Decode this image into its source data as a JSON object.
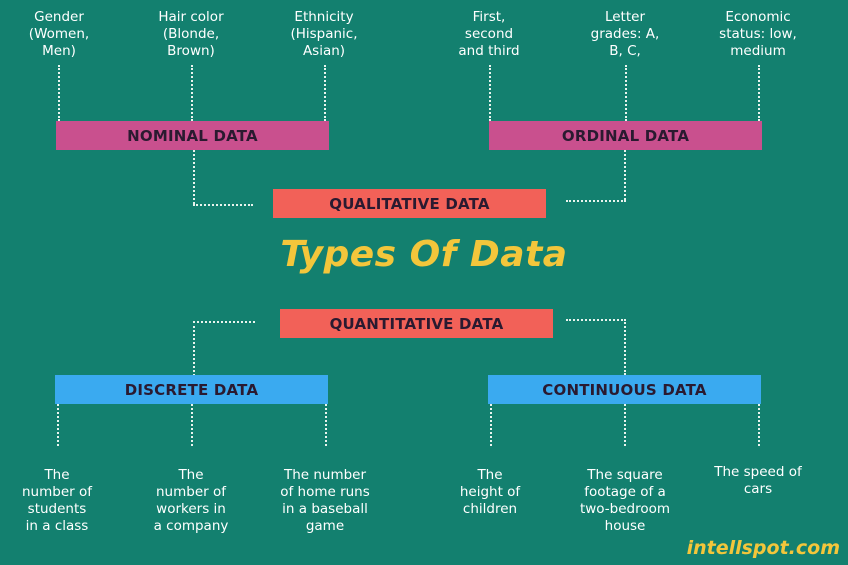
{
  "title": "Types Of Data",
  "brand": "intellspot.com",
  "colors": {
    "background": "#13806f",
    "nominal": "#c9508e",
    "ordinal": "#c9508e",
    "qualitative": "#f26158",
    "quantitative": "#f26158",
    "discrete": "#3aaaf0",
    "continuous": "#3aaaf0",
    "title": "#f3c63b"
  },
  "qualitative": {
    "label": "QUALITATIVE DATA",
    "nominal": {
      "label": "NOMINAL DATA",
      "examples": [
        "Gender\n(Women,\nMen)",
        "Hair color\n(Blonde,\nBrown)",
        "Ethnicity\n(Hispanic,\nAsian)"
      ]
    },
    "ordinal": {
      "label": "ORDINAL DATA",
      "examples": [
        "First,\nsecond\nand third",
        "Letter\ngrades: A,\nB, C,",
        "Economic\nstatus: low,\nmedium"
      ]
    }
  },
  "quantitative": {
    "label": "QUANTITATIVE DATA",
    "discrete": {
      "label": "DISCRETE DATA",
      "examples": [
        "The\nnumber of\nstudents\nin a class",
        "The\nnumber of\nworkers in\na company",
        "The number\nof home runs\nin a baseball\ngame"
      ]
    },
    "continuous": {
      "label": "CONTINUOUS DATA",
      "examples": [
        "The\nheight of\nchildren",
        "The square\nfootage of a\ntwo-bedroom\nhouse",
        "The speed of\ncars"
      ]
    }
  }
}
